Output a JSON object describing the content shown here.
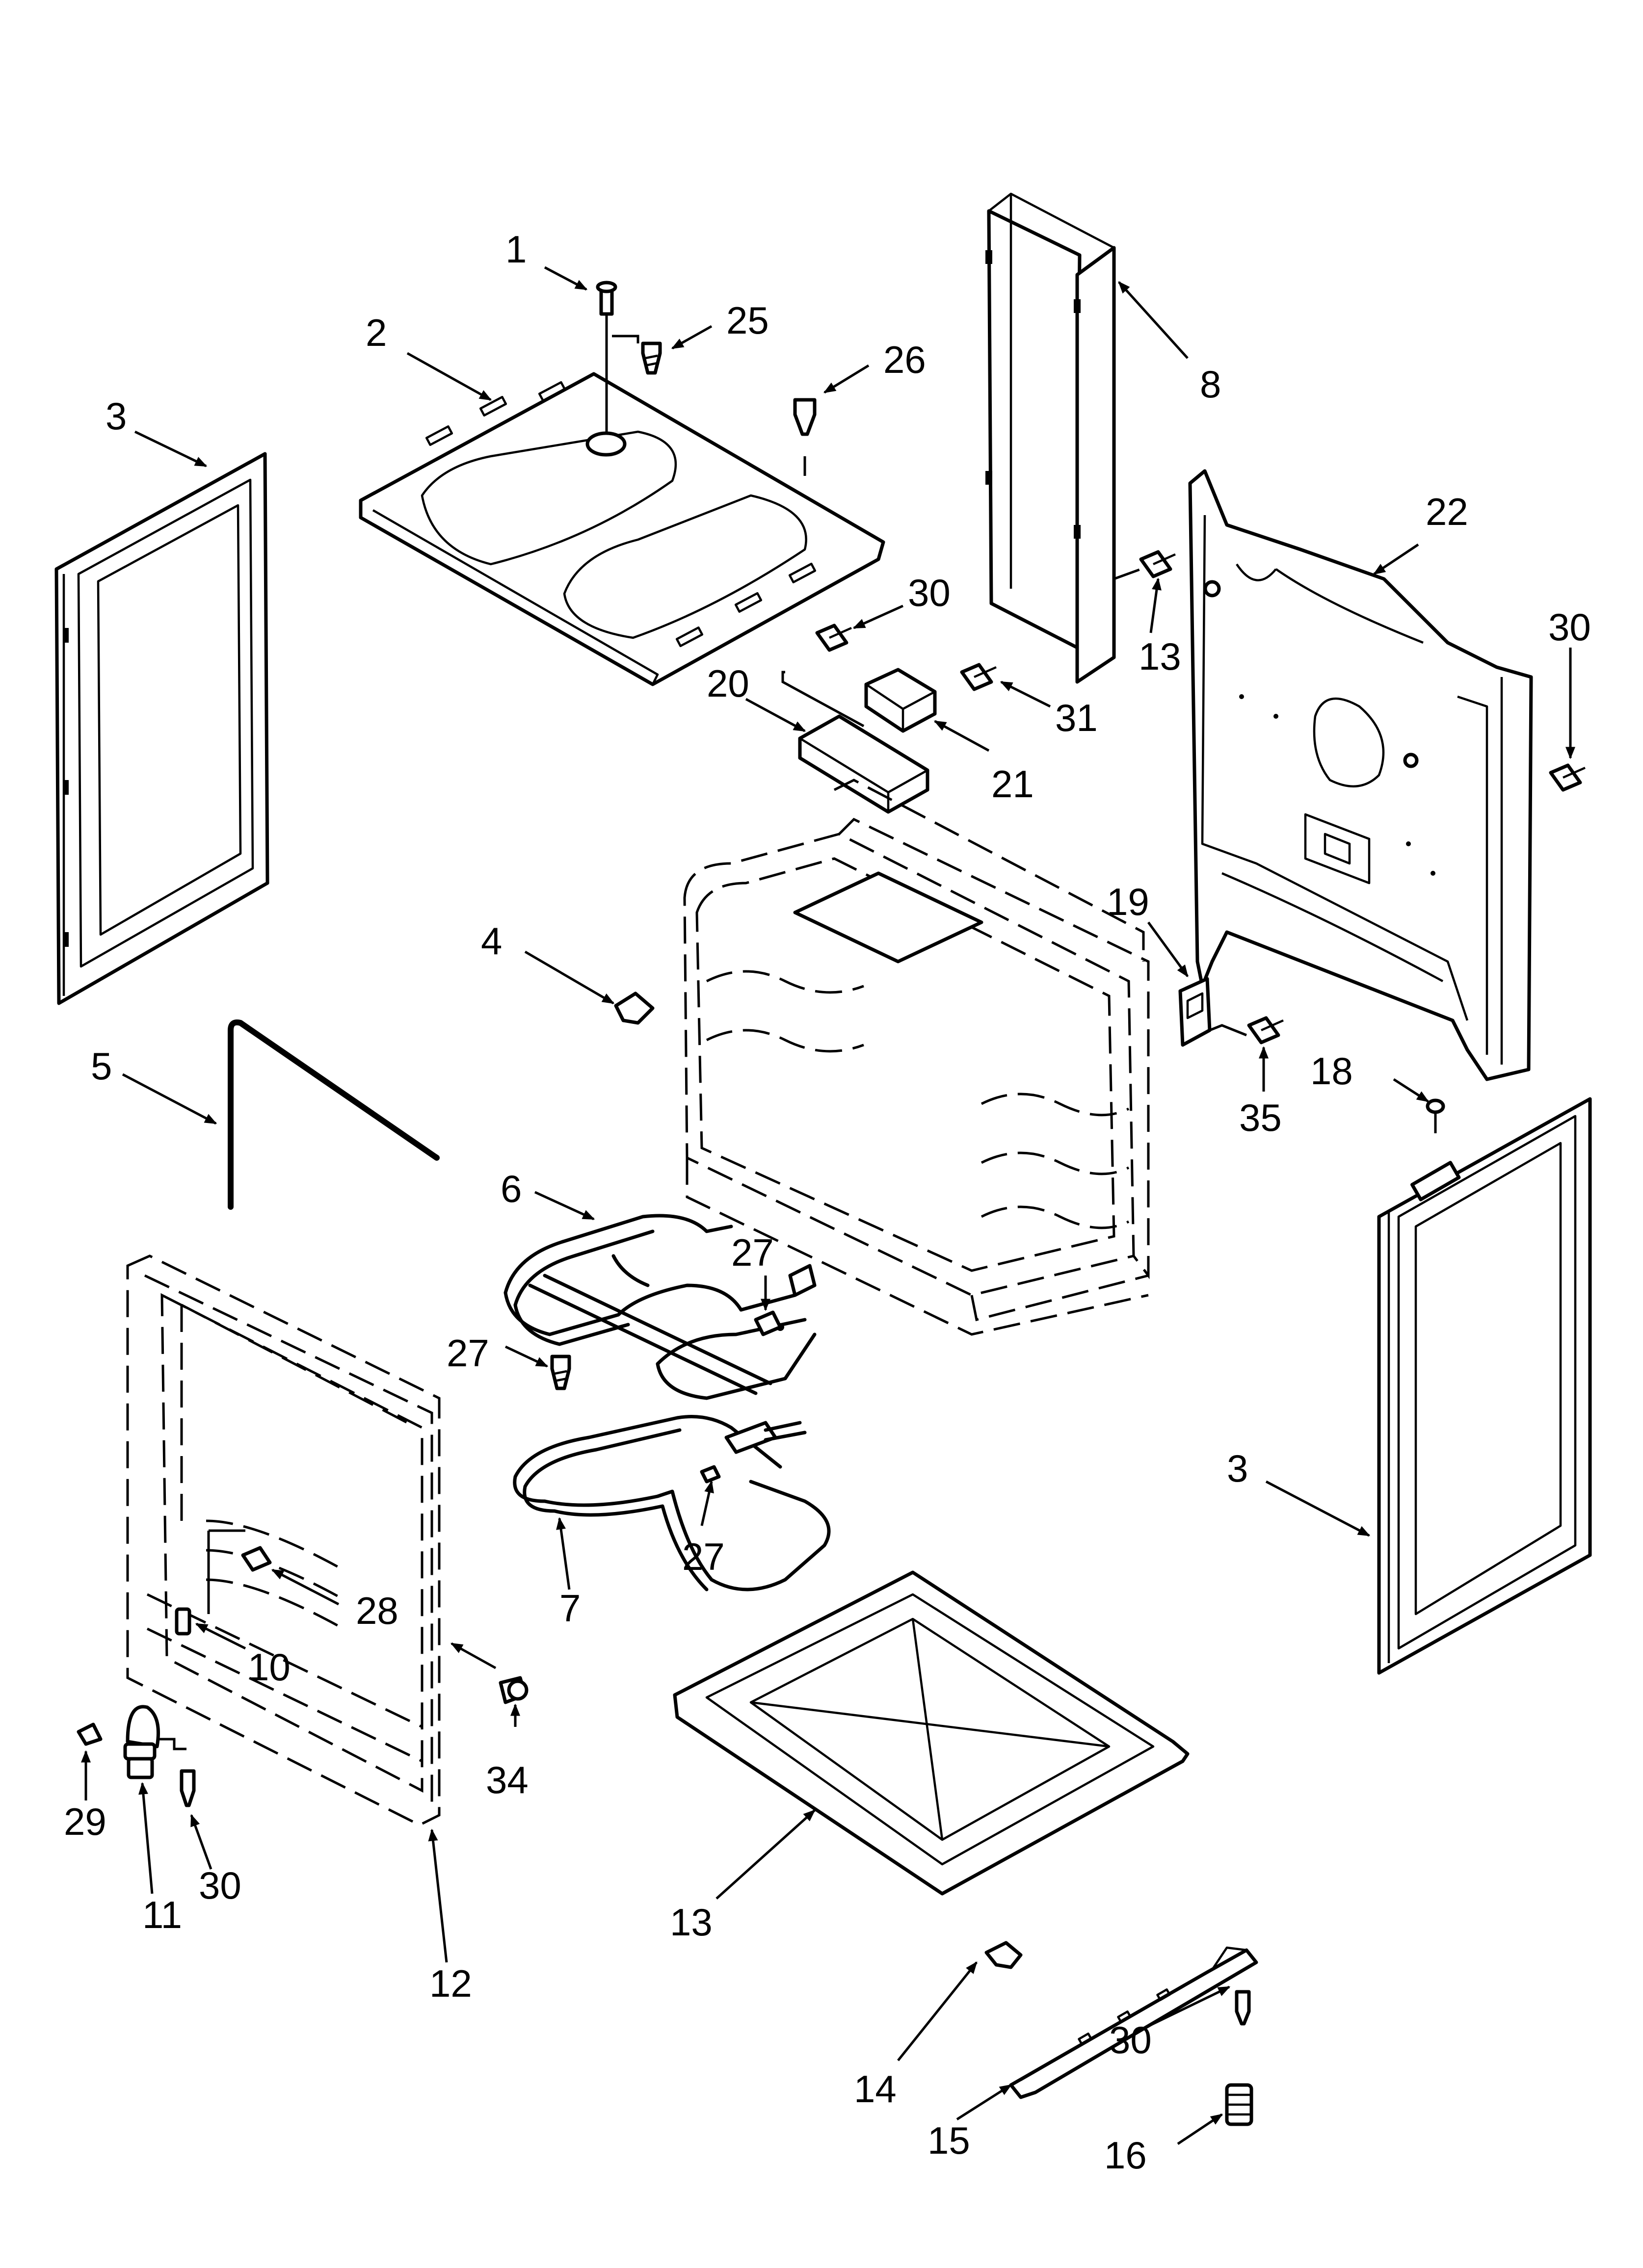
{
  "callouts": {
    "c1": "1",
    "c2": "2",
    "c3a": "3",
    "c3b": "3",
    "c4": "4",
    "c5": "5",
    "c6": "6",
    "c7": "7",
    "c8": "8",
    "c10": "10",
    "c11": "11",
    "c12": "12",
    "c13a": "13",
    "c13b": "13",
    "c14": "14",
    "c15": "15",
    "c16": "16",
    "c18": "18",
    "c19": "19",
    "c20": "20",
    "c21": "21",
    "c22": "22",
    "c25": "25",
    "c26": "26",
    "c27a": "27",
    "c27b": "27",
    "c27c": "27",
    "c28": "28",
    "c29": "29",
    "c30a": "30",
    "c30b": "30",
    "c30c": "30",
    "c30d": "30",
    "c31": "31",
    "c34": "34",
    "c35": "35"
  }
}
